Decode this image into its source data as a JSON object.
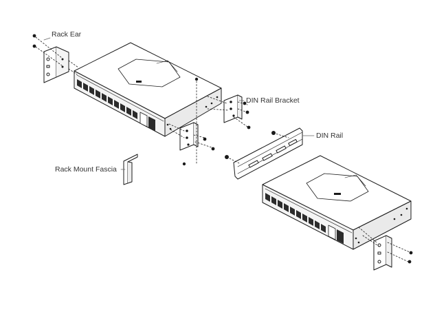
{
  "labels": {
    "rack_ear": "Rack Ear",
    "din_rail_bracket": "DIN Rail Bracket",
    "din_rail": "DIN Rail",
    "rack_mount_fascia": "Rack Mount Fascia"
  },
  "colors": {
    "line": "#1a1a1a",
    "port": "#2b2b2b",
    "text": "#333333",
    "leader": "#666666"
  },
  "icons": [
    "screw-icon"
  ]
}
